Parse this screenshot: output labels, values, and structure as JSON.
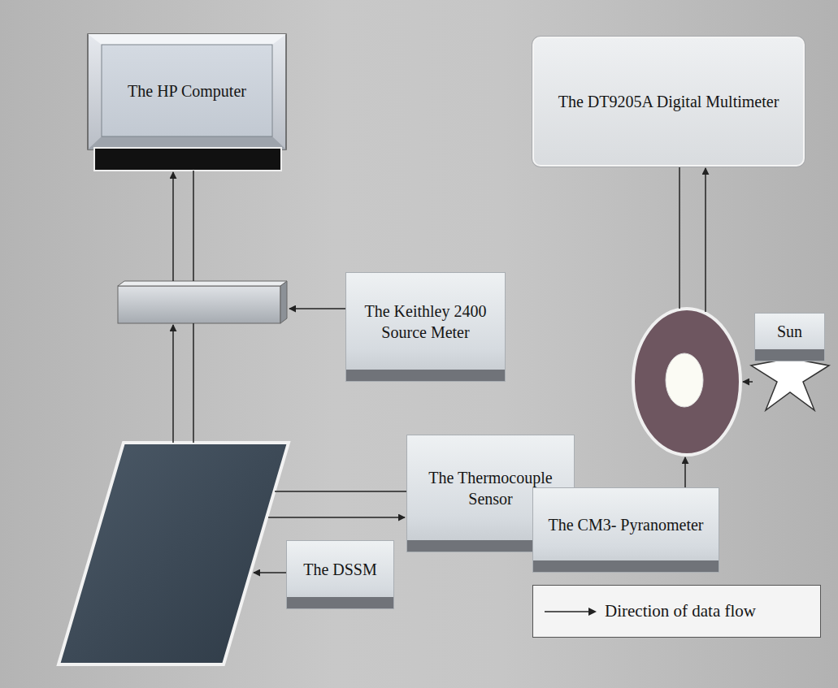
{
  "diagram": {
    "nodes": [
      {
        "text": [
          "The HP Computer"
        ]
      },
      {
        "text": [
          "The DT9205A Digital Multimeter"
        ]
      },
      {
        "text": [
          "The Keithley 2400 Source Meter"
        ]
      },
      {
        "text": [
          "Sun"
        ]
      },
      {
        "text": [
          "The Thermocouple Sensor"
        ]
      },
      {
        "text": [
          "The DSSM"
        ]
      },
      {
        "text": [
          "The CM3- Pyranometer"
        ]
      }
    ],
    "legend": [
      {
        "text": "Direction of data flow"
      }
    ]
  }
}
